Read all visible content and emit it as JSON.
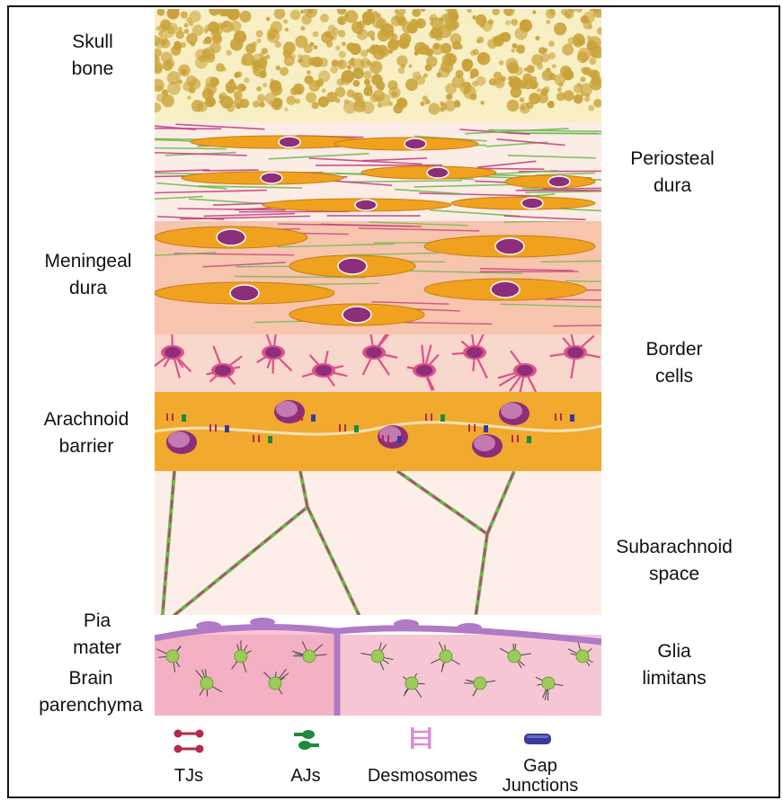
{
  "diagram": {
    "left_labels": [
      {
        "id": "skull",
        "text": "Skull\nbone"
      },
      {
        "id": "meningeal",
        "text": "Meningeal\ndura"
      },
      {
        "id": "arachnoid",
        "text": "Arachnoid\nbarrier"
      },
      {
        "id": "pia",
        "text": "Pia\nmater"
      },
      {
        "id": "brain",
        "text": "Brain\nparenchyma"
      }
    ],
    "right_labels": [
      {
        "id": "periosteal",
        "text": "Periosteal\ndura"
      },
      {
        "id": "border",
        "text": "Border\ncells"
      },
      {
        "id": "subarachnoid",
        "text": "Subarachnoid\nspace"
      },
      {
        "id": "glia",
        "text": "Glia\nlimitans"
      }
    ],
    "legend": [
      {
        "id": "tjs",
        "text": "TJs",
        "icon": "tight-junction-icon",
        "color": "#b5294e"
      },
      {
        "id": "ajs",
        "text": "AJs",
        "icon": "adherens-junction-icon",
        "color": "#1e8a3c"
      },
      {
        "id": "desmosomes",
        "text": "Desmosomes",
        "icon": "desmosome-icon",
        "color": "#d98fd1"
      },
      {
        "id": "gap",
        "text": "Gap\nJunctions",
        "icon": "gap-junction-icon",
        "color": "#3a3a9a"
      }
    ]
  },
  "colors": {
    "bone_bg": "#f9efc4",
    "bone_spot": "#c9a23a",
    "periosteal_bg": "#fbece6",
    "meningeal_bg": "#f7c4ad",
    "border_bg": "#f8d7cc",
    "arachnoid_bg": "#f1a92e",
    "subarachnoid_bg": "#fdeeea",
    "pia": "#b07ac6",
    "brain_bg": "#f6c6d4",
    "fibroblast": "#f0a21f",
    "nucleus": "#8d2e7a",
    "border_cell": "#e0508a",
    "glia": "#9ccb5a"
  }
}
